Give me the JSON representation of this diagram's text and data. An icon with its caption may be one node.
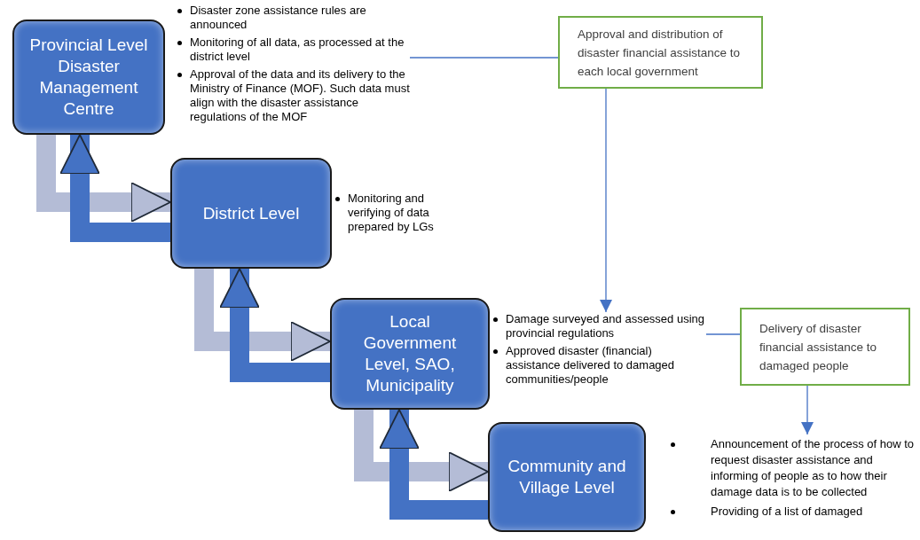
{
  "diagram": {
    "nodes": [
      {
        "text": [
          "Provincial Level Disaster Management Centre"
        ]
      },
      {
        "text": [
          "District Level"
        ]
      },
      {
        "text": [
          "Local Government Level, SAO, Municipality"
        ]
      },
      {
        "text": [
          "Community and Village Level"
        ]
      },
      {
        "text": [
          "Disaster zone assistance rules are announced",
          "Monitoring of all data, as processed at the district level",
          "Approval of the data and its delivery to the Ministry of Finance (MOF). Such data must align with the disaster assistance regulations of the MOF"
        ]
      },
      {
        "text": [
          "Approval and distribution of disaster financial assistance to each local government"
        ]
      },
      {
        "text": [
          "Monitoring and verifying of data prepared by LGs"
        ]
      },
      {
        "text": [
          "Damage surveyed and assessed using provincial regulations",
          "Approved disaster (financial) assistance delivered to damaged communities/people"
        ]
      },
      {
        "text": [
          "Delivery of disaster financial assistance to damaged people"
        ]
      },
      {
        "text": [
          "Announcement of the process of how to request disaster assistance and informing of people as to how their damage data is to be collected",
          "Providing of a list of damaged"
        ]
      }
    ],
    "edges": [
      {
        "from": 0,
        "to": 1,
        "arrow": "to",
        "color": "#b4bcd6"
      },
      {
        "from": 1,
        "to": 0,
        "arrow": "to"
      },
      {
        "from": 1,
        "to": 2,
        "arrow": "to",
        "color": "#b4bcd6"
      },
      {
        "from": 2,
        "to": 1,
        "arrow": "to"
      },
      {
        "from": 2,
        "to": 3,
        "arrow": "to",
        "color": "#b4bcd6"
      },
      {
        "from": 3,
        "to": 2,
        "arrow": "to"
      },
      {
        "from": 5,
        "to": 4,
        "arrow": "none"
      },
      {
        "from": 5,
        "to": 7,
        "arrow": "to"
      },
      {
        "from": 8,
        "to": 7,
        "arrow": "none"
      },
      {
        "from": 8,
        "to": 9,
        "arrow": "to"
      }
    ]
  }
}
